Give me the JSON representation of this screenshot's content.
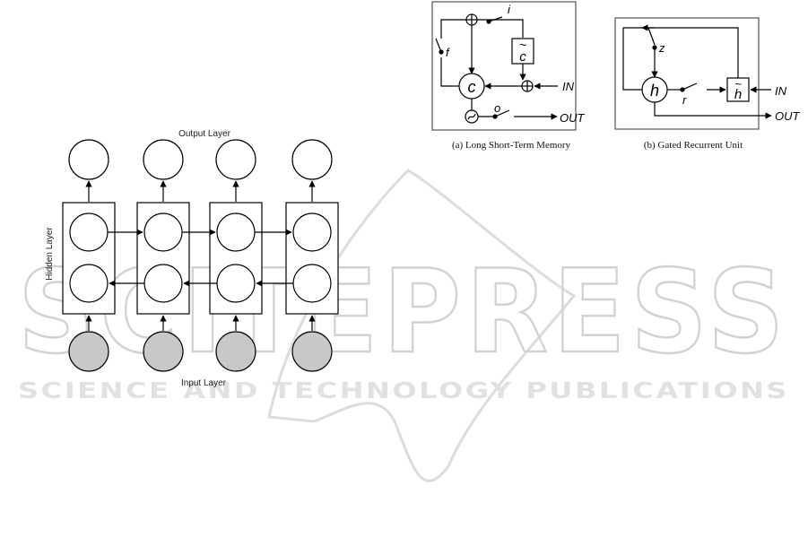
{
  "rnn": {
    "output_layer_label": "Output Layer",
    "hidden_layer_label": "Hidden Layer",
    "input_layer_label": "Input Layer"
  },
  "lstm": {
    "gate_f": "f",
    "gate_i": "i",
    "gate_o": "o",
    "cell": "c",
    "candidate": "c",
    "candidate_mark": "~",
    "in": "IN",
    "out": "OUT",
    "caption": "(a) Long Short-Term Memory"
  },
  "gru": {
    "gate_z": "z",
    "gate_r": "r",
    "hidden": "h",
    "candidate": "h",
    "candidate_mark": "~",
    "in": "IN",
    "out": "OUT",
    "caption": "(b) Gated Recurrent Unit"
  },
  "watermark": {
    "main": "SCITEPRESS",
    "sub": "SCIENCE AND TECHNOLOGY PUBLICATIONS"
  },
  "colors": {
    "input_node_fill": "#c8c8c8",
    "line": "#000000",
    "watermark": "#d2d2d2"
  }
}
